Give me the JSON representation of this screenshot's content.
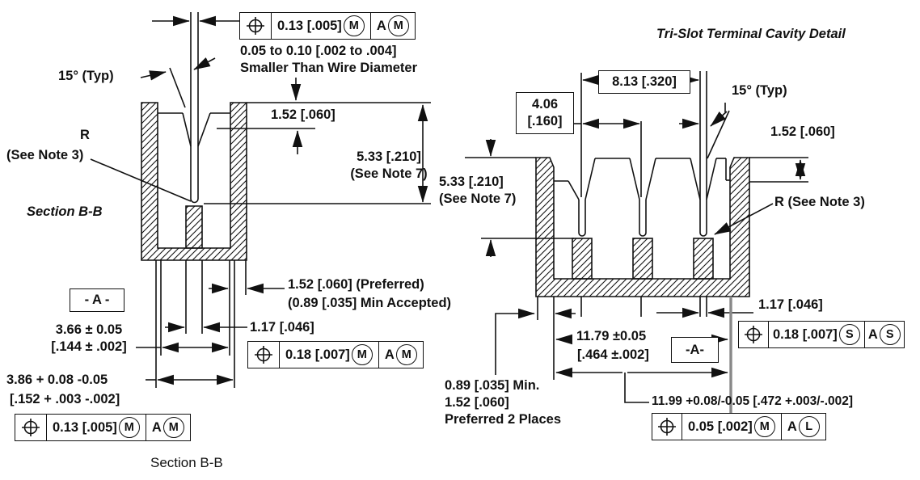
{
  "colors": {
    "line": "#111111",
    "background": "#ffffff",
    "datum_edge_gray": "#888888"
  },
  "left": {
    "fcf_top": {
      "symbol": "position",
      "tol": "0.13 [.005]",
      "tol_mod": "M",
      "datum": "A",
      "datum_mod": "M"
    },
    "wire_note_1": "0.05 to 0.10 [.002 to .004]",
    "wire_note_2": "Smaller Than Wire Diameter",
    "angle": "15° (Typ)",
    "depth_top": "1.52 [.060]",
    "slot_depth_1": "5.33 [.210]",
    "slot_depth_2": "(See Note 7)",
    "radius_1": "R",
    "radius_2": "(See Note 3)",
    "section_label": "Section B-B",
    "datum": "- A -",
    "cavity_1": "3.66 ± 0.05",
    "cavity_2": "[.144 ± .002]",
    "slot_width": "1.17 [.046]",
    "fcf_mid": {
      "symbol": "position",
      "tol": "0.18 [.007]",
      "tol_mod": "M",
      "datum": "A",
      "datum_mod": "M"
    },
    "outer_1": "3.86 + 0.08 -0.05",
    "outer_2": "[.152 + .003 -.002]",
    "fcf_bottom": {
      "symbol": "position",
      "tol": "0.13 [.005]",
      "tol_mod": "M",
      "datum": "A",
      "datum_mod": "M"
    },
    "wall_1": "1.52 [.060] (Preferred)",
    "wall_2": "(0.89 [.035] Min Accepted)",
    "caption": "Section B-B"
  },
  "right": {
    "title": "Tri-Slot Terminal Cavity Detail",
    "pitch_outer": "8.13 [.320]",
    "pitch_1": "4.06",
    "pitch_2": "[.160]",
    "angle": "15° (Typ)",
    "depth_top": "1.52 [.060]",
    "slot_depth_1": "5.33 [.210]",
    "slot_depth_2": "(See Note 7)",
    "radius": "R (See Note 3)",
    "slot_width": "1.17 [.046]",
    "fcf_slot": {
      "symbol": "position",
      "tol": "0.18 [.007]",
      "tol_mod": "S",
      "datum": "A",
      "datum_mod": "S"
    },
    "cavity_1": "11.79 ±0.05",
    "cavity_2": "[.464 ±.002]",
    "datum": "-A-",
    "wall_1": "0.89 [.035] Min.",
    "wall_2": "1.52 [.060]",
    "wall_3": "Preferred 2 Places",
    "outer": "11.99 +0.08/-0.05 [.472 +.003/-.002]",
    "fcf_outer": {
      "symbol": "position",
      "tol": "0.05 [.002]",
      "tol_mod": "M",
      "datum": "A",
      "datum_mod": "L"
    }
  }
}
